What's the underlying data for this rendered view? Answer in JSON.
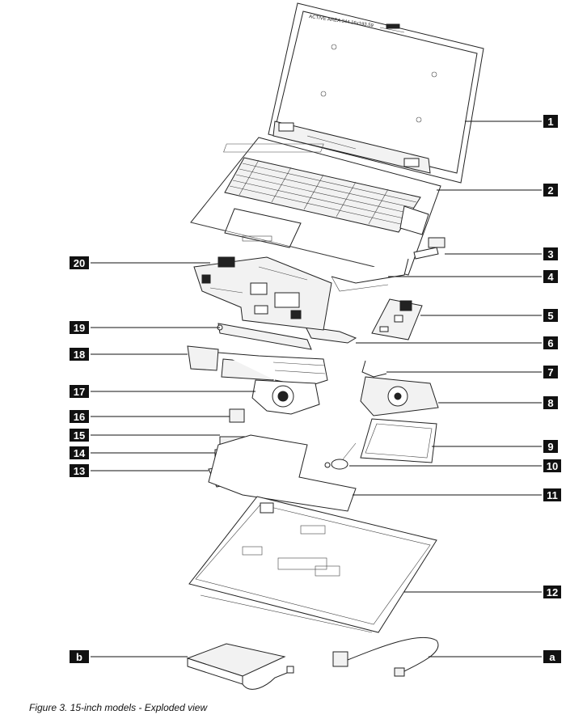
{
  "screen_text": "ACTIVE AREA 344.16x193.59",
  "callouts": [
    {
      "id": "c1",
      "label": "1"
    },
    {
      "id": "c2",
      "label": "2"
    },
    {
      "id": "c3",
      "label": "3"
    },
    {
      "id": "c4",
      "label": "4"
    },
    {
      "id": "c5",
      "label": "5"
    },
    {
      "id": "c6",
      "label": "6"
    },
    {
      "id": "c7",
      "label": "7"
    },
    {
      "id": "c8",
      "label": "8"
    },
    {
      "id": "c9",
      "label": "9"
    },
    {
      "id": "c10",
      "label": "10"
    },
    {
      "id": "c11",
      "label": "11"
    },
    {
      "id": "c12",
      "label": "12"
    },
    {
      "id": "c13",
      "label": "13"
    },
    {
      "id": "c14",
      "label": "14"
    },
    {
      "id": "c15",
      "label": "15"
    },
    {
      "id": "c16",
      "label": "16"
    },
    {
      "id": "c17",
      "label": "17"
    },
    {
      "id": "c18",
      "label": "18"
    },
    {
      "id": "c19",
      "label": "19"
    },
    {
      "id": "c20",
      "label": "20"
    },
    {
      "id": "cb",
      "label": "b"
    },
    {
      "id": "ca",
      "label": "a"
    }
  ],
  "caption": "Figure 3. 15-inch models - Exploded view"
}
